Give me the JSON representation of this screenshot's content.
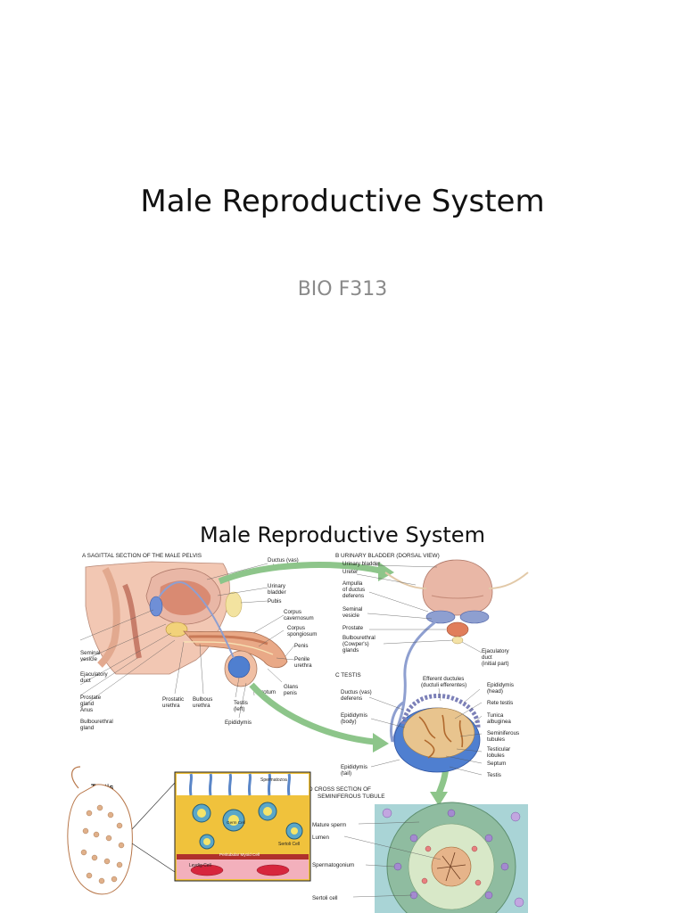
{
  "slide1": {
    "title": "Male Reproductive System",
    "subtitle": "BIO F313"
  },
  "slide2": {
    "title": "Male Reproductive System",
    "panel_a": {
      "header": "A   SAGITTAL SECTION OF THE MALE PELVIS",
      "labels": {
        "ductus_vas_deferens_1": "Ductus (vas)",
        "ductus_vas_deferens_2": "deferens",
        "urinary_bladder_1": "Urinary",
        "urinary_bladder_2": "bladder",
        "pubis": "Pubis",
        "corpus_cavernosum_1": "Corpus",
        "corpus_cavernosum_2": "cavernosum",
        "corpus_spongiosum_1": "Corpus",
        "corpus_spongiosum_2": "spongiosum",
        "penis": "Penis",
        "penile_urethra_1": "Penile",
        "penile_urethra_2": "urethra",
        "glans_penis_1": "Glans",
        "glans_penis_2": "penis",
        "scrotum": "Scrotum",
        "seminal_vesicle_1": "Seminal",
        "seminal_vesicle_2": "vesicle",
        "ejaculatory_duct_1": "Ejaculatory",
        "ejaculatory_duct_2": "duct",
        "prostate_gland_1": "Prostate",
        "prostate_gland_2": "gland",
        "anus": "Anus",
        "bulbourethral_gland_1": "Bulbourethral",
        "bulbourethral_gland_2": "gland",
        "prostatic_urethra_1": "Prostatic",
        "prostatic_urethra_2": "urethra",
        "bulbous_urethra_1": "Bulbous",
        "bulbous_urethra_2": "urethra",
        "testis_left_1": "Testis",
        "testis_left_2": "(left)",
        "epididymis": "Epididymis"
      }
    },
    "panel_b": {
      "header": "B   URINARY BLADDER (DORSAL VIEW)",
      "labels": {
        "urinary_bladder": "Urinary bladder",
        "ureter": "Ureter",
        "ampulla_1": "Ampulla",
        "ampulla_2": "of ductus",
        "ampulla_3": "deferens",
        "seminal_vesicle_1": "Seminal",
        "seminal_vesicle_2": "vesicle",
        "prostate": "Prostate",
        "bulbourethral_1": "Bulbourethral",
        "bulbourethral_2": "(Cowper's)",
        "bulbourethral_3": "glands",
        "ejaculatory_duct_1": "Ejaculatory",
        "ejaculatory_duct_2": "duct",
        "ejaculatory_duct_3": "(initial part)"
      }
    },
    "panel_c": {
      "header": "C   TESTIS",
      "labels": {
        "efferent_ductules_1": "Efferent ductules",
        "efferent_ductules_2": "(ductuli efferentes)",
        "ductus_vas_1": "Ductus (vas)",
        "ductus_vas_2": "deferens",
        "epididymis_head_1": "Epididymis",
        "epididymis_head_2": "(head)",
        "rete_testis": "Rete testis",
        "tunica_albuginea_1": "Tunica",
        "tunica_albuginea_2": "albuginea",
        "epididymis_body_1": "Epididymis",
        "epididymis_body_2": "(body)",
        "seminiferous_tubules_1": "Seminiferous",
        "seminiferous_tubules_2": "tubules",
        "testicular_lobules_1": "Testicular",
        "testicular_lobules_2": "lobules",
        "septum": "Septum",
        "epididymis_tail_1": "Epididymis",
        "epididymis_tail_2": "(tail)",
        "testis": "Testis"
      }
    },
    "panel_d": {
      "header_1": "D   CROSS SECTION OF",
      "header_2": "SEMINIFEROUS TUBULE",
      "labels": {
        "mature_sperm": "Mature sperm",
        "lumen": "Lumen",
        "spermatogonium": "Spermatogonium",
        "sertoli_cell": "Sertoli cell"
      }
    },
    "inset": {
      "testis": "Testis",
      "spermatozoa": "Spermatozoa",
      "leydig_cell": "Leydig Cell",
      "peritubular_myoid_cell": "Peritubular Myoid Cell",
      "sertoli_cell": "Sertoli Cell",
      "germ_cell": "Germ Cell"
    }
  },
  "colors": {
    "bladder": "#e9b7a6",
    "duct": "#8e9fd0",
    "testis": "#4f7fd0",
    "arrow": "#8dc58a",
    "tubule_bg": "#8fbca0",
    "inset_bg": "#f0c23c"
  }
}
